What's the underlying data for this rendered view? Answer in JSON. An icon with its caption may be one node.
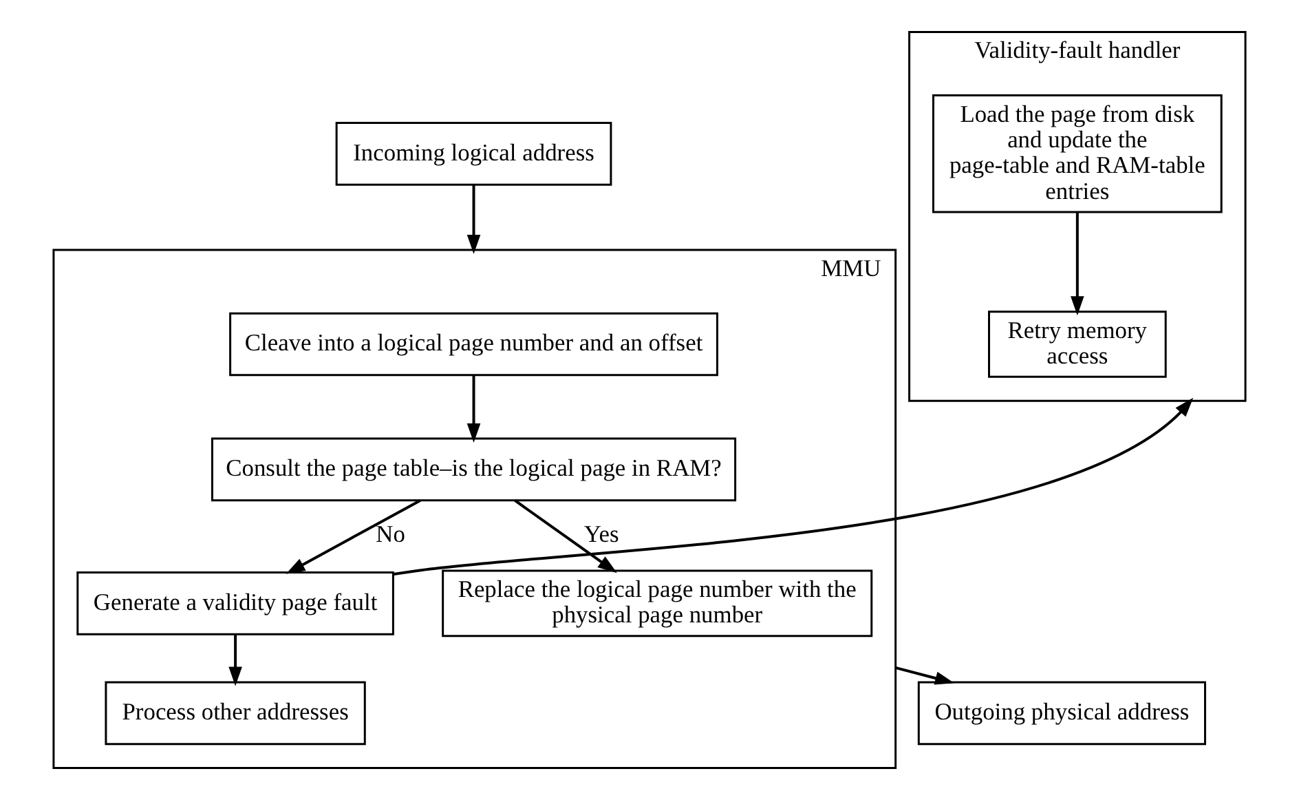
{
  "diagram": {
    "nodes": [
      {
        "text": [
          "Incoming logical address"
        ]
      },
      {
        "text": [
          "MMU"
        ]
      },
      {
        "text": [
          "Cleave into a logical page number and an offset"
        ],
        "in": 1
      },
      {
        "text": [
          "Consult the page table–is the logical page in RAM?"
        ],
        "in": 1
      },
      {
        "text": [
          "Generate a validity page fault"
        ],
        "in": 1
      },
      {
        "text": [
          "Process other addresses"
        ],
        "in": 1
      },
      {
        "text": [
          "Replace the logical page number with the physical page number"
        ],
        "in": 1
      },
      {
        "text": [
          "Validity-fault handler"
        ]
      },
      {
        "text": [
          "Load the page from disk and update the page-table and RAM-table entries"
        ],
        "in": 7
      },
      {
        "text": [
          "Retry memory access"
        ],
        "in": 7
      },
      {
        "text": [
          "Outgoing physical address"
        ]
      }
    ],
    "edges": [
      {
        "from": 0,
        "to": 1,
        "arrow": "to"
      },
      {
        "from": 2,
        "to": 3,
        "arrow": "to"
      },
      {
        "from": 3,
        "to": 6,
        "arrow": "to",
        "label": "Yes"
      },
      {
        "from": 3,
        "to": 4,
        "arrow": "to",
        "label": "No"
      },
      {
        "from": 4,
        "to": 5,
        "arrow": "to"
      },
      {
        "from": 4,
        "to": 7,
        "arrow": "to"
      },
      {
        "from": 8,
        "to": 9,
        "arrow": "to"
      },
      {
        "from": 1,
        "to": 10,
        "arrow": "to"
      }
    ]
  }
}
